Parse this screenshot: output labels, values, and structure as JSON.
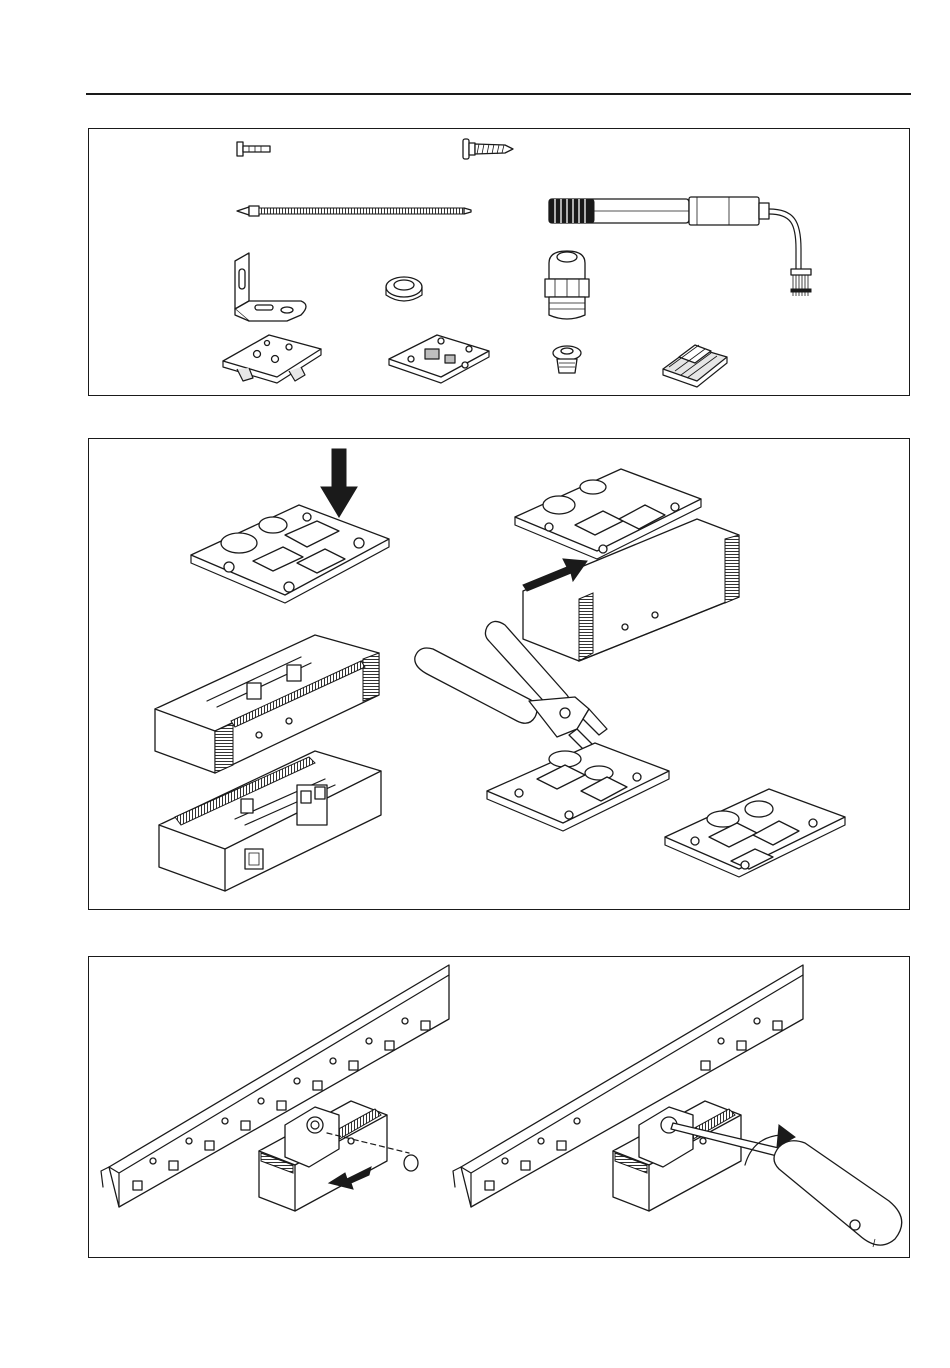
{
  "page": {
    "rule": "header-rule",
    "panels": [
      {
        "id": "parts-overview",
        "parts": [
          "bolt",
          "self-tapping-screw",
          "cable-tie",
          "sensor-probe",
          "angle-bracket",
          "grommet",
          "cable-gland",
          "mounting-plate",
          "adapter-plate",
          "thumb-screw",
          "din-rail-clip"
        ]
      },
      {
        "id": "assembly-steps",
        "parts": [
          "mounting-plate-press",
          "mounting-plate-slide",
          "housing-cover",
          "housing-base",
          "side-cutter-pliers",
          "plate-cut-tab",
          "plate-final"
        ]
      },
      {
        "id": "rack-mounting",
        "parts": [
          "rack-rail-left",
          "module-insert",
          "rack-rail-right",
          "screwdriver-tighten"
        ]
      }
    ]
  },
  "icons": {
    "arrow": "arrow-icon",
    "rotate": "rotate-arrow-icon"
  }
}
